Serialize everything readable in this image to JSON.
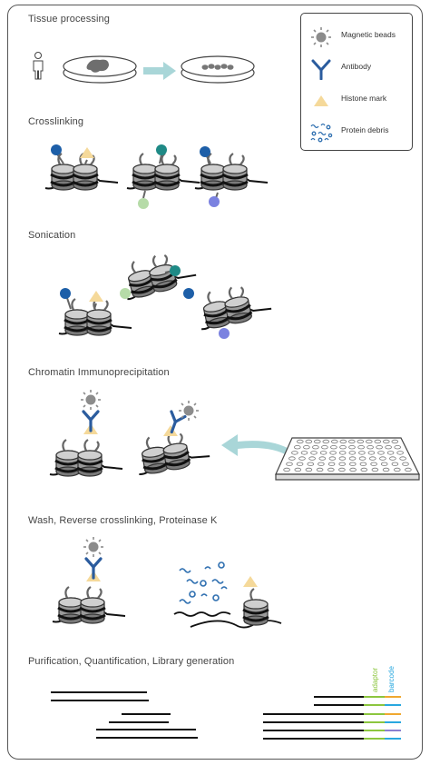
{
  "steps": [
    {
      "title": "Tissue processing"
    },
    {
      "title": "Crosslinking"
    },
    {
      "title": "Sonication"
    },
    {
      "title": "Chromatin Immunoprecipitation"
    },
    {
      "title": "Wash, Reverse crosslinking, Proteinase K"
    },
    {
      "title": "Purification, Quantification, Library generation"
    }
  ],
  "legend": {
    "items": [
      {
        "label": "Magnetic beads",
        "icon": "magnetic-bead-icon"
      },
      {
        "label": "Antibody",
        "icon": "antibody-icon"
      },
      {
        "label": "Histone mark",
        "icon": "histone-mark-icon"
      },
      {
        "label": "Protein debris",
        "icon": "protein-debris-icon"
      }
    ]
  },
  "library_labels": {
    "adaptor": "adaptor",
    "barcode": "barcode"
  },
  "colors": {
    "border": "#555555",
    "text": "#444444",
    "bead": "#8c8c8c",
    "antibody": "#2b5c9e",
    "histone_mark": "#f5d99a",
    "debris": "#2e6fb0",
    "arrow": "#a9d6d8",
    "mark_blue": "#1d5fa8",
    "mark_teal": "#1f8a86",
    "mark_green": "#b6dba8",
    "mark_purple": "#7b82e0",
    "adaptor": "#8cc63f",
    "barcode": "#29a8df",
    "barcode_orange": "#f0a830",
    "barcode_purple": "#8a7fd0"
  }
}
